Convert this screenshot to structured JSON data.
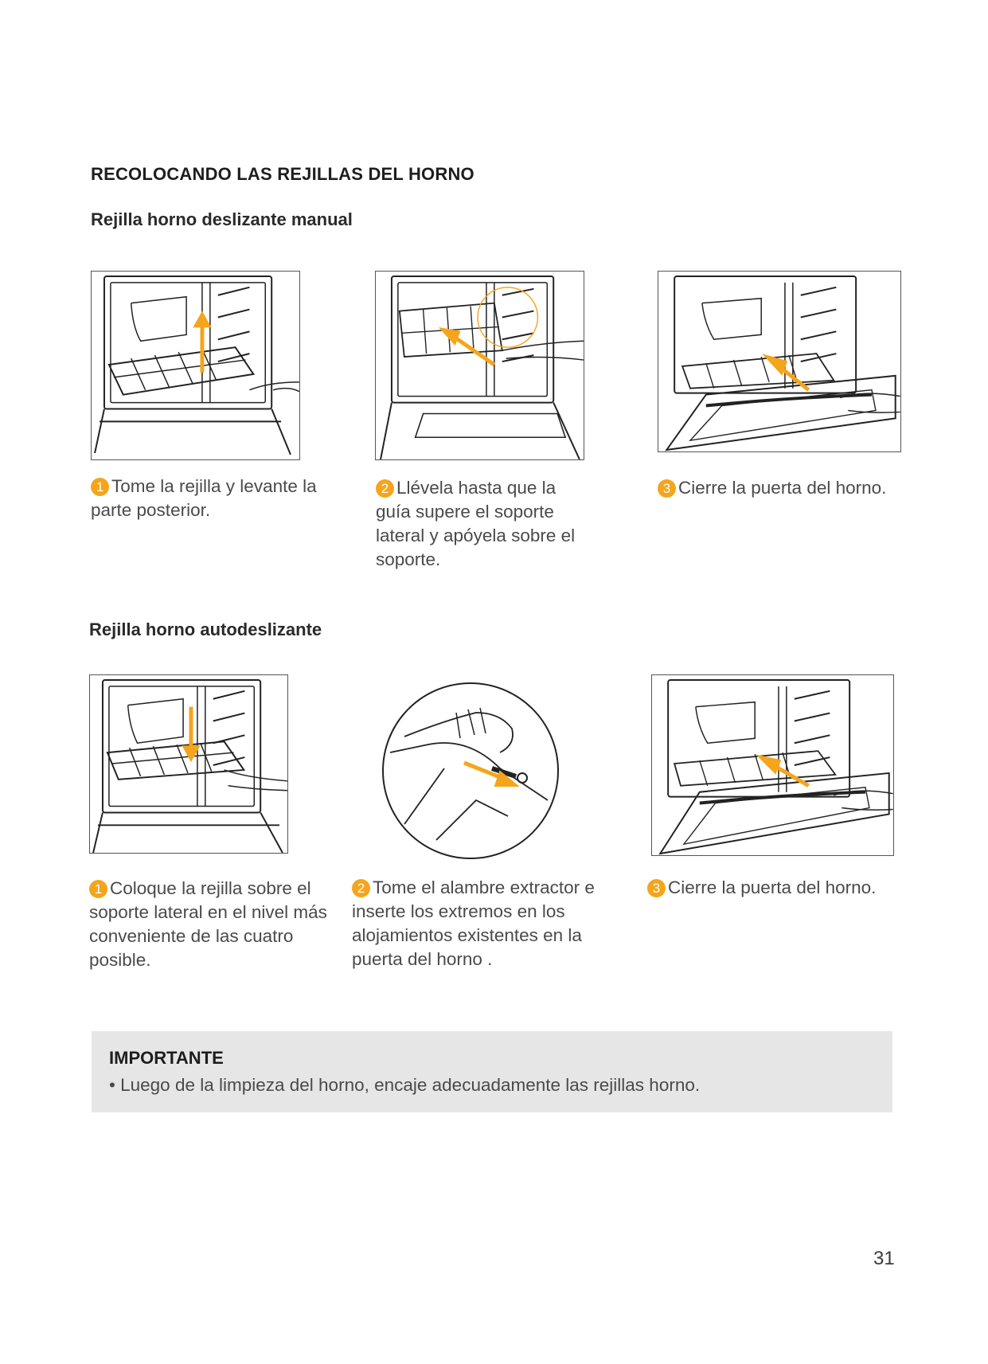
{
  "page_title": "RECOLOCANDO LAS REJILLAS DEL HORNO",
  "section1": {
    "title": "Rejilla horno deslizante manual",
    "steps": [
      {
        "num": "1",
        "text": "Tome la rejilla y levante la parte posterior."
      },
      {
        "num": "2",
        "text": "Llévela hasta que la guía supere el soporte lateral y apóyela sobre el soporte."
      },
      {
        "num": "3",
        "text": "Cierre la puerta del horno."
      }
    ]
  },
  "section2": {
    "title": "Rejilla horno autodeslizante",
    "steps": [
      {
        "num": "1",
        "text": "Coloque la rejilla sobre el soporte lateral en el nivel más conveniente de las cuatro posible."
      },
      {
        "num": "2",
        "text": "Tome el alambre extractor e inserte los extremos en los alojamientos existentes en la puerta del horno ."
      },
      {
        "num": "3",
        "text": "Cierre la puerta del horno."
      }
    ]
  },
  "important": {
    "title": "IMPORTANTE",
    "items": [
      "• Luego de la limpieza del horno, encaje adecuadamente las rejillas horno."
    ]
  },
  "page_number": "31",
  "colors": {
    "accent": "#f4a51c",
    "note_bg": "#e6e6e6",
    "text": "#4a4a4a"
  }
}
